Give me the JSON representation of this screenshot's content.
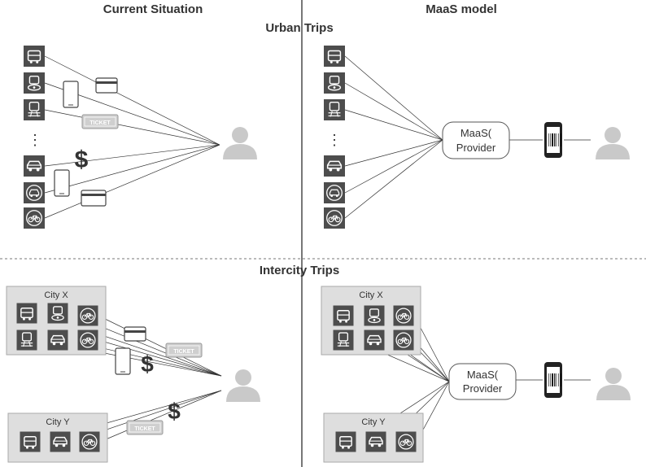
{
  "headers": {
    "left": "Current Situation",
    "right": "MaaS model",
    "urban": "Urban Trips",
    "intercity": "Intercity Trips"
  },
  "provider": {
    "line1": "MaaS(",
    "line2": "Provider"
  },
  "cities": {
    "x": "City X",
    "y": "City Y"
  },
  "ticket_label": "TICKET",
  "dollar_sign": "$",
  "ellipsis": "⋮",
  "colors": {
    "icon_tile": "#4d4d4d",
    "person": "#c9c9c9",
    "city_box": "#dedede",
    "ticket": "#cfcfcf",
    "line": "#333333"
  },
  "icons": {
    "urban_left": [
      "bus-icon",
      "tram-icon",
      "train-icon",
      "car-icon",
      "taxi-icon",
      "bike-icon"
    ],
    "urban_right": [
      "bus-icon",
      "tram-icon",
      "train-icon",
      "car-icon",
      "taxi-icon",
      "bike-icon"
    ],
    "city_x": [
      "bus-icon",
      "tram-icon",
      "bike-icon",
      "train-icon",
      "car-icon",
      "bike-icon"
    ],
    "city_y": [
      "bus-icon",
      "car-icon",
      "bike-icon"
    ]
  }
}
